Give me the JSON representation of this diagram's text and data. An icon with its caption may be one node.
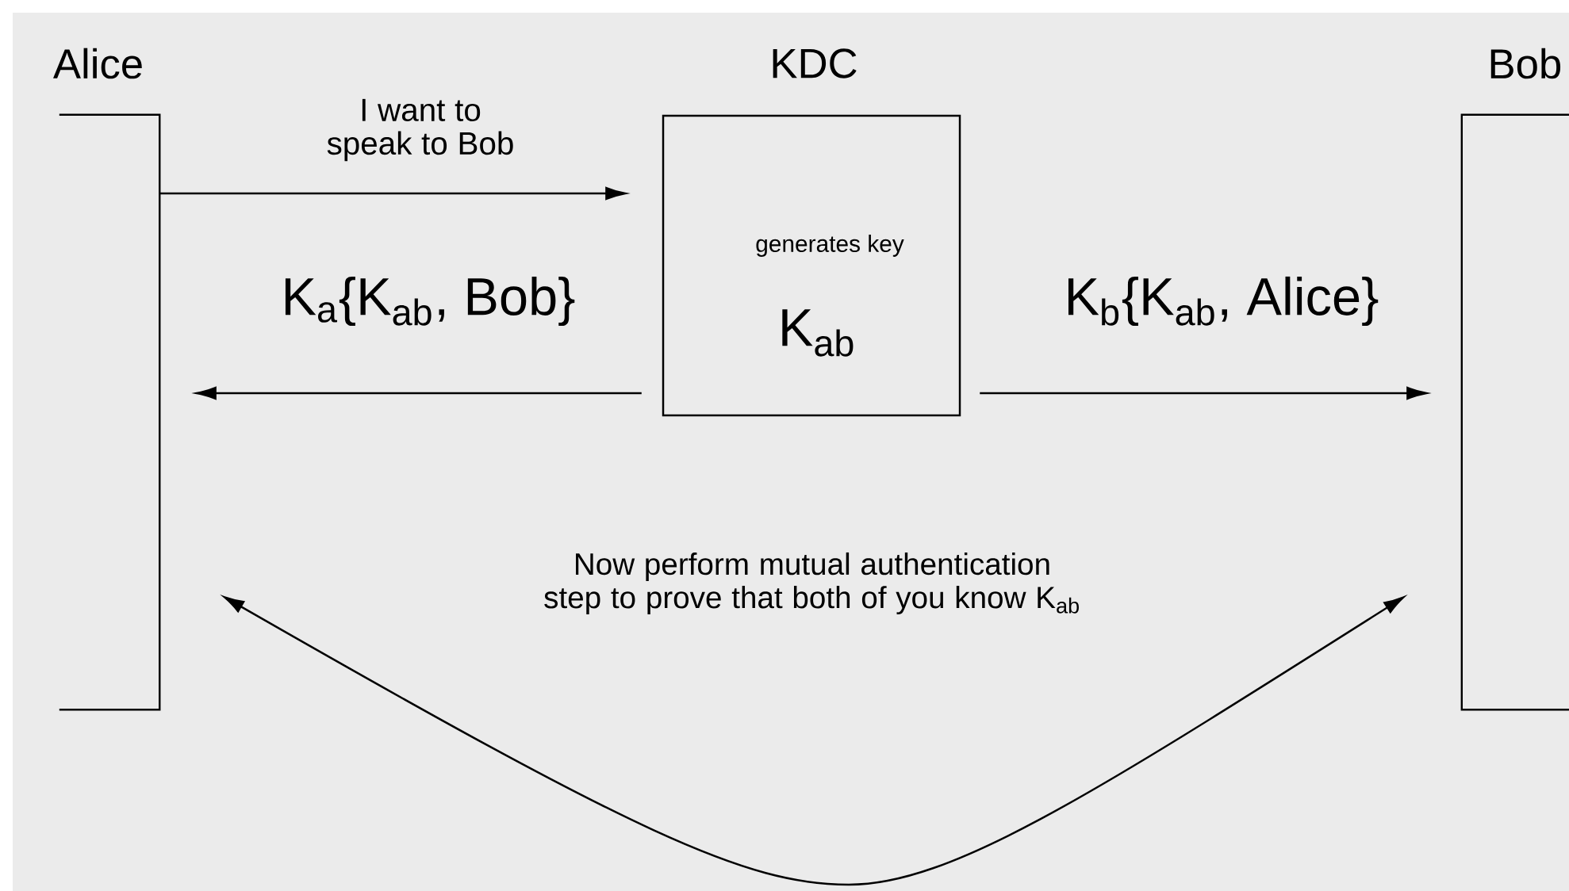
{
  "diagram": {
    "nodes": [
      {
        "text": [
          "Alice"
        ]
      },
      {
        "text": [
          "KDC",
          "generates key",
          "K$_{ab}$"
        ]
      },
      {
        "text": [
          "Bob"
        ]
      }
    ],
    "edges": [
      {
        "from": 0,
        "to": 1,
        "arrow": "to",
        "label": "I want to speak to Bob"
      },
      {
        "from": 1,
        "to": 0,
        "arrow": "to",
        "label": "K$_{a}${K$_{ab}$, Bob}"
      },
      {
        "from": 1,
        "to": 2,
        "arrow": "to",
        "label": "K$_{b}${K$_{ab}$, Alice}"
      },
      {
        "from": 0,
        "to": 2,
        "arrow": "both",
        "label": "Now perform mutual authentication step to prove that both of you know K$_{ab}$"
      }
    ]
  }
}
